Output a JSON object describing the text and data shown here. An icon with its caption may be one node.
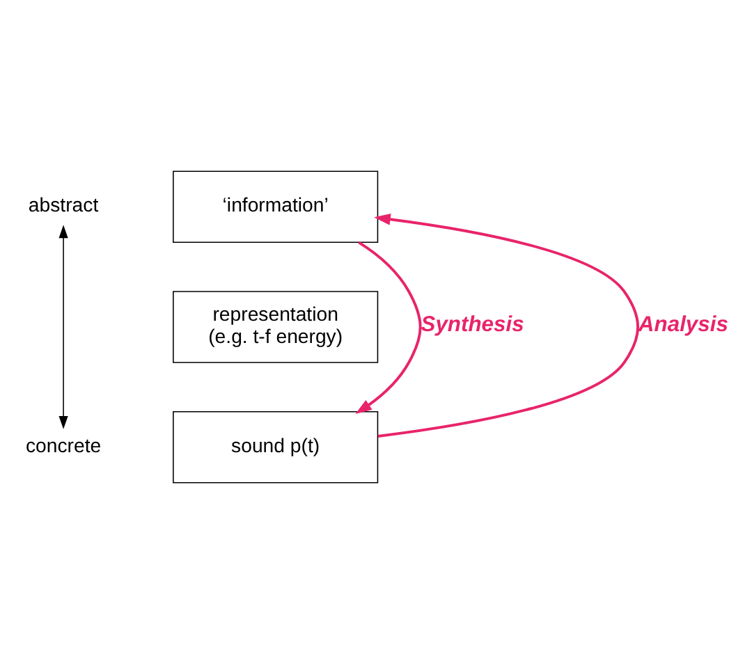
{
  "diagram": {
    "nodes": [
      {
        "text": [
          "abstract"
        ]
      },
      {
        "text": [
          "‘information’"
        ]
      },
      {
        "text": [
          "representation (e.g. t-f energy)"
        ]
      },
      {
        "text": [
          "sound p(t)"
        ]
      },
      {
        "text": [
          "concrete"
        ]
      }
    ],
    "edges": [
      {
        "from": 0,
        "to": 4,
        "arrow": "both",
        "color": "#000000"
      },
      {
        "from": 3,
        "to": 1,
        "arrow": "to",
        "label": "Analysis"
      },
      {
        "from": 1,
        "to": 3,
        "arrow": "to",
        "label": "Synthesis"
      }
    ]
  }
}
